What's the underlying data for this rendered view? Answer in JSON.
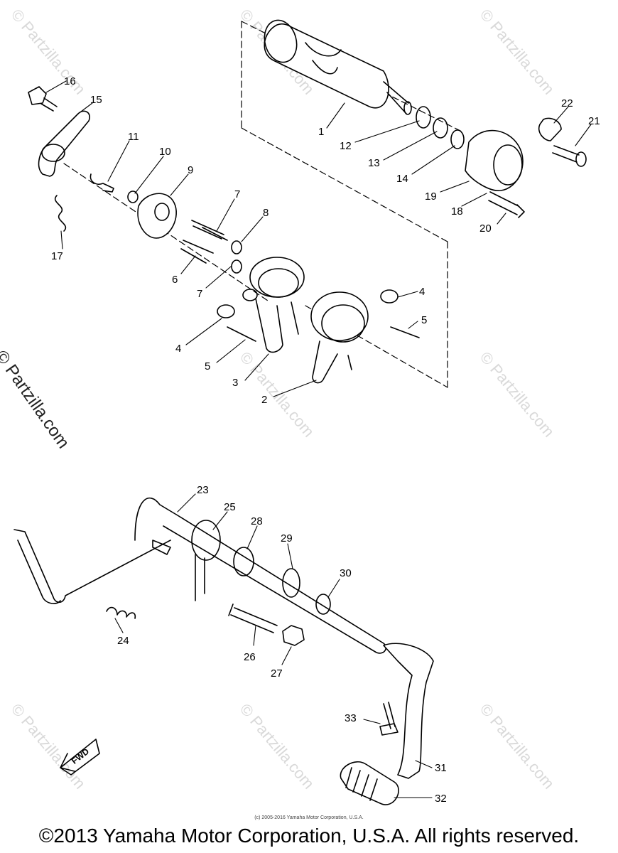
{
  "watermark": {
    "text": "© Partzilla.com",
    "side_text": "© Partzilla.com"
  },
  "callouts": [
    {
      "id": "1",
      "label": "1"
    },
    {
      "id": "2",
      "label": "2"
    },
    {
      "id": "3",
      "label": "3"
    },
    {
      "id": "4a",
      "label": "4"
    },
    {
      "id": "4b",
      "label": "4"
    },
    {
      "id": "5a",
      "label": "5"
    },
    {
      "id": "5b",
      "label": "5"
    },
    {
      "id": "6",
      "label": "6"
    },
    {
      "id": "7a",
      "label": "7"
    },
    {
      "id": "7b",
      "label": "7"
    },
    {
      "id": "8",
      "label": "8"
    },
    {
      "id": "9",
      "label": "9"
    },
    {
      "id": "10",
      "label": "10"
    },
    {
      "id": "11",
      "label": "11"
    },
    {
      "id": "12",
      "label": "12"
    },
    {
      "id": "13",
      "label": "13"
    },
    {
      "id": "14",
      "label": "14"
    },
    {
      "id": "15",
      "label": "15"
    },
    {
      "id": "16",
      "label": "16"
    },
    {
      "id": "17",
      "label": "17"
    },
    {
      "id": "18",
      "label": "18"
    },
    {
      "id": "19",
      "label": "19"
    },
    {
      "id": "20",
      "label": "20"
    },
    {
      "id": "21",
      "label": "21"
    },
    {
      "id": "22",
      "label": "22"
    },
    {
      "id": "23",
      "label": "23"
    },
    {
      "id": "24",
      "label": "24"
    },
    {
      "id": "25",
      "label": "25"
    },
    {
      "id": "26",
      "label": "26"
    },
    {
      "id": "27",
      "label": "27"
    },
    {
      "id": "28",
      "label": "28"
    },
    {
      "id": "29",
      "label": "29"
    },
    {
      "id": "30",
      "label": "30"
    },
    {
      "id": "31",
      "label": "31"
    },
    {
      "id": "32",
      "label": "32"
    },
    {
      "id": "33",
      "label": "33"
    }
  ],
  "fwd_label": "FWD",
  "copyright_small": "(c) 2005-2016 Yamaha Motor Corporation, U.S.A.",
  "copyright": "©2013 Yamaha Motor Corporation, U.S.A. All rights reserved."
}
